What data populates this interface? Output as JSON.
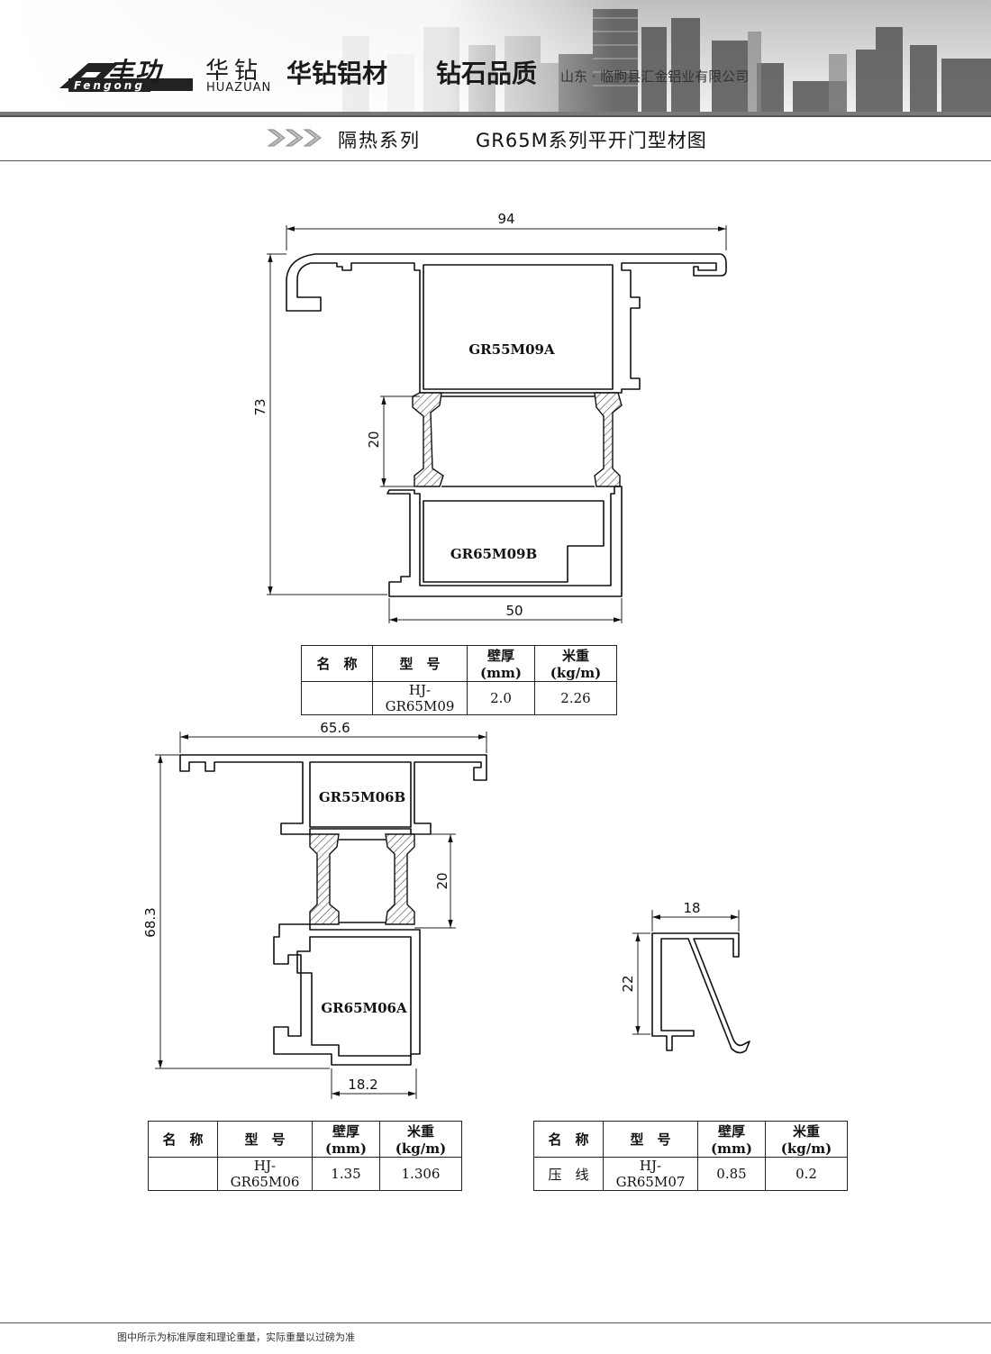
{
  "header": {
    "brand_fenggong": "丰功",
    "brand_fengong_latin": "Fengong",
    "brand_huazuan": "华钻",
    "brand_huazuan_latin": "HUAZUAN",
    "slogan1": "华钻铝材",
    "slogan2": "钻石品质",
    "company": "山东 · 临朐县汇金铝业有限公司"
  },
  "title_bar": {
    "chevrons": ">>>",
    "series": "隔热系列",
    "drawing_title": "GR65M系列平开门型材图"
  },
  "drawing1": {
    "dim_width": "94",
    "dim_height": "73",
    "dim_gap": "20",
    "dim_bottom": "50",
    "label_top": "GR55M09A",
    "label_bottom": "GR65M09B"
  },
  "drawing2": {
    "dim_width": "65.6",
    "dim_height": "68.3",
    "dim_gap": "20",
    "dim_bottom": "18.2",
    "label_top": "GR55M06B",
    "label_bottom": "GR65M06A"
  },
  "drawing3": {
    "dim_width": "18",
    "dim_height": "22"
  },
  "table_headers": {
    "name": "名　称",
    "model": "型　号",
    "thickness": "壁厚(mm)",
    "weight": "米重(kg/m)"
  },
  "table_m09": {
    "name": "",
    "model": "HJ-GR65M09",
    "thickness": "2.0",
    "weight": "2.26"
  },
  "table_m06": {
    "name": "",
    "model": "HJ-GR65M06",
    "thickness": "1.35",
    "weight": "1.306"
  },
  "table_m07": {
    "name": "压　线",
    "model": "HJ-GR65M07",
    "thickness": "0.85",
    "weight": "0.2"
  },
  "footer": {
    "note": "图中所示为标准厚度和理论重量，实际重量以过磅为准"
  },
  "colors": {
    "line": "#111111",
    "header_dark": "#2a2a2a",
    "sky": "#d9d9d9"
  }
}
